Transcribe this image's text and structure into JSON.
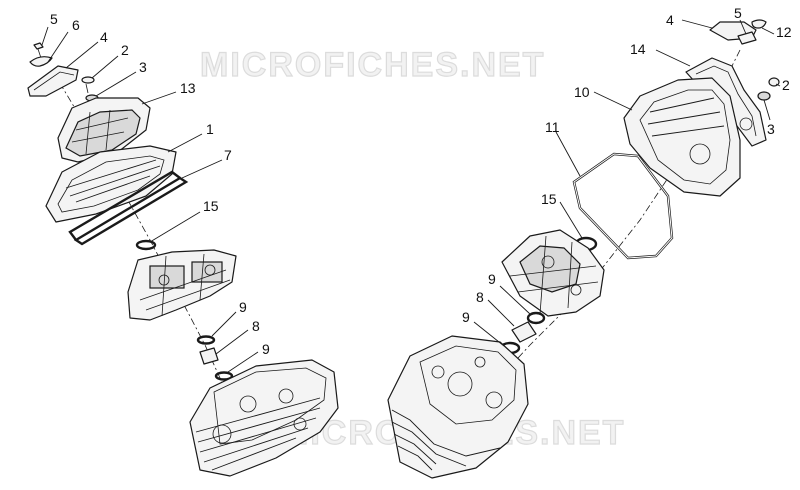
{
  "watermark": {
    "top": "MICROFICHES.NET",
    "bottom": "MICROFICHES.NET"
  },
  "diagram": {
    "left_callouts": [
      "5",
      "6",
      "4",
      "2",
      "3",
      "13",
      "1",
      "7",
      "15",
      "9",
      "8",
      "9"
    ],
    "right_callouts": [
      "4",
      "5",
      "12",
      "14",
      "10",
      "2",
      "11",
      "3",
      "15",
      "9",
      "8",
      "9"
    ]
  }
}
